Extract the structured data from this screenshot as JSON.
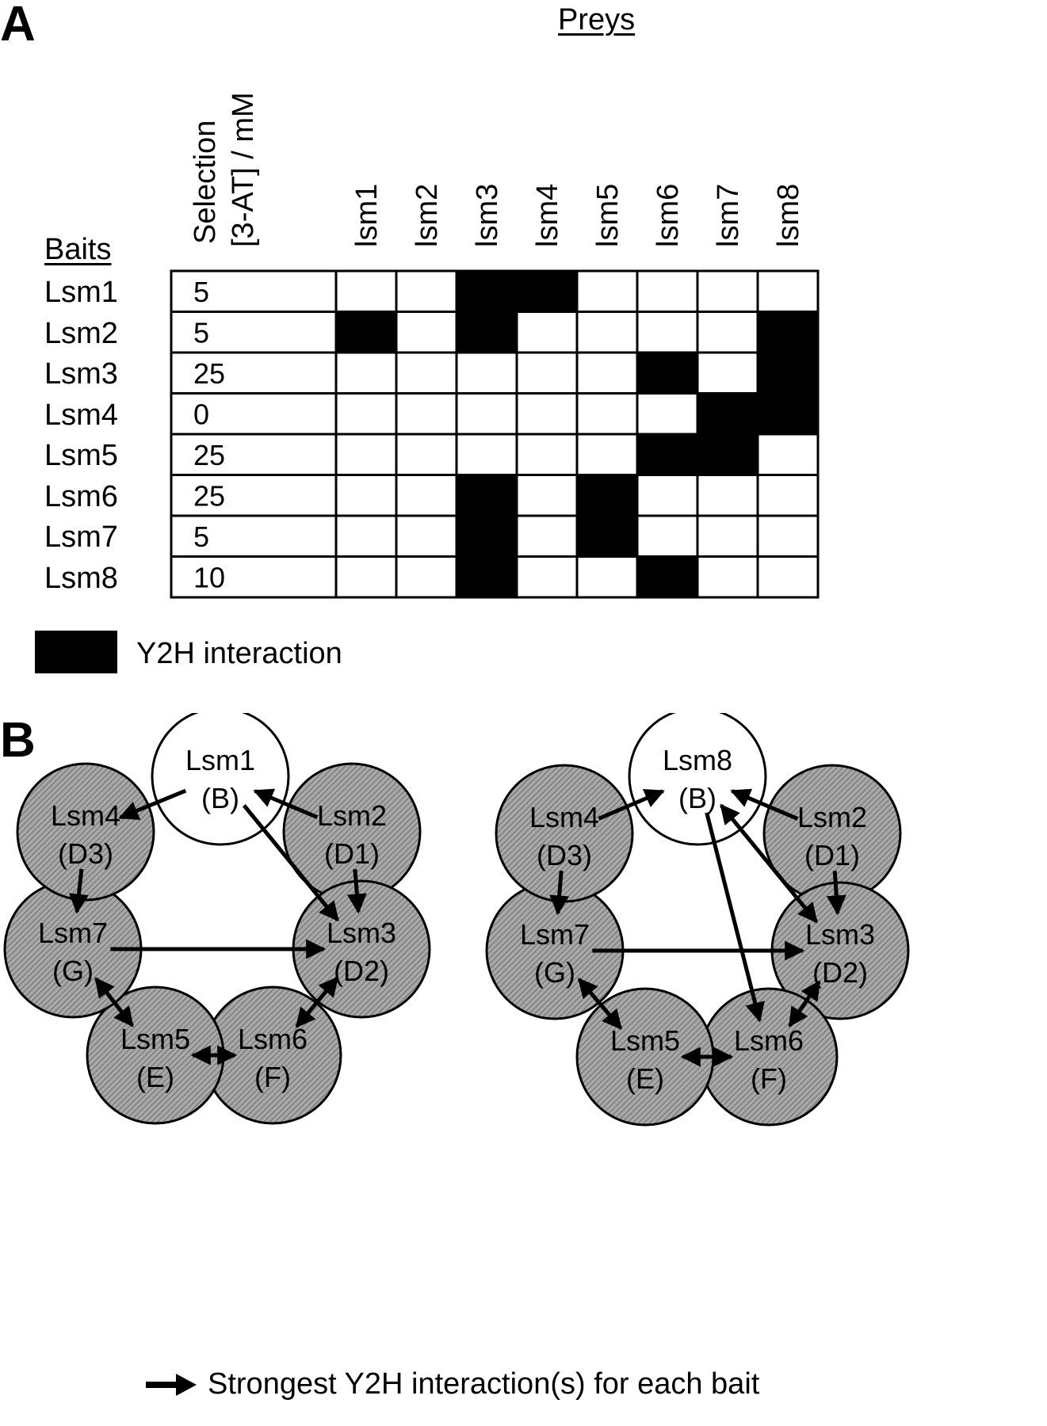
{
  "panel_a": {
    "letter": "A",
    "preys_title": "Preys",
    "baits_title": "Baits",
    "selection_header_line1": "Selection",
    "selection_header_line2": "[3-AT] / mM",
    "prey_labels": [
      "lsm1",
      "lsm2",
      "lsm3",
      "lsm4",
      "lsm5",
      "lsm6",
      "lsm7",
      "lsm8"
    ],
    "bait_labels": [
      "Lsm1",
      "Lsm2",
      "Lsm3",
      "Lsm4",
      "Lsm5",
      "Lsm6",
      "Lsm7",
      "Lsm8"
    ],
    "selection_values": [
      "5",
      "5",
      "25",
      "0",
      "25",
      "25",
      "5",
      "10"
    ],
    "legend_label": "Y2H interaction",
    "colors": {
      "interaction": "#000000",
      "no_interaction": "#ffffff"
    }
  },
  "chart_data": {
    "type": "heatmap",
    "title": "Y2H interaction matrix",
    "xlabel": "Preys",
    "ylabel": "Baits",
    "x": [
      "lsm1",
      "lsm2",
      "lsm3",
      "lsm4",
      "lsm5",
      "lsm6",
      "lsm7",
      "lsm8"
    ],
    "y": [
      "Lsm1",
      "Lsm2",
      "Lsm3",
      "Lsm4",
      "Lsm5",
      "Lsm6",
      "Lsm7",
      "Lsm8"
    ],
    "values": [
      [
        0,
        0,
        1,
        1,
        0,
        0,
        0,
        0
      ],
      [
        1,
        0,
        1,
        0,
        0,
        0,
        0,
        1
      ],
      [
        0,
        0,
        0,
        0,
        0,
        1,
        0,
        1
      ],
      [
        0,
        0,
        0,
        0,
        0,
        0,
        1,
        1
      ],
      [
        0,
        0,
        0,
        0,
        0,
        1,
        1,
        0
      ],
      [
        0,
        0,
        1,
        0,
        1,
        0,
        0,
        0
      ],
      [
        0,
        0,
        1,
        0,
        1,
        0,
        0,
        0
      ],
      [
        0,
        0,
        1,
        0,
        0,
        1,
        0,
        0
      ]
    ],
    "legend": "Y2H interaction (filled = interaction)"
  },
  "panel_b": {
    "letter": "B",
    "legend_label": "Strongest Y2H interaction(s) for each bait",
    "diagrams": [
      {
        "name": "lsm1-ring",
        "nodes": [
          {
            "id": "B",
            "line1": "Lsm1",
            "line2": "(B)",
            "filled": false
          },
          {
            "id": "D1",
            "line1": "Lsm2",
            "line2": "(D1)",
            "filled": true
          },
          {
            "id": "D2",
            "line1": "Lsm3",
            "line2": "(D2)",
            "filled": true
          },
          {
            "id": "F",
            "line1": "Lsm6",
            "line2": "(F)",
            "filled": true
          },
          {
            "id": "E",
            "line1": "Lsm5",
            "line2": "(E)",
            "filled": true
          },
          {
            "id": "G",
            "line1": "Lsm7",
            "line2": "(G)",
            "filled": true
          },
          {
            "id": "D3",
            "line1": "Lsm4",
            "line2": "(D3)",
            "filled": true
          }
        ],
        "edges": [
          {
            "from": "B",
            "to": "D3",
            "both": false
          },
          {
            "from": "B",
            "to": "D2",
            "both": false
          },
          {
            "from": "D1",
            "to": "B",
            "both": false
          },
          {
            "from": "D1",
            "to": "D2",
            "both": false
          },
          {
            "from": "D3",
            "to": "G",
            "both": false
          },
          {
            "from": "G",
            "to": "D2",
            "both": false
          },
          {
            "from": "G",
            "to": "E",
            "both": true
          },
          {
            "from": "E",
            "to": "F",
            "both": true
          },
          {
            "from": "D2",
            "to": "F",
            "both": true
          }
        ]
      },
      {
        "name": "lsm8-ring",
        "nodes": [
          {
            "id": "B",
            "line1": "Lsm8",
            "line2": "(B)",
            "filled": false
          },
          {
            "id": "D1",
            "line1": "Lsm2",
            "line2": "(D1)",
            "filled": true
          },
          {
            "id": "D2",
            "line1": "Lsm3",
            "line2": "(D2)",
            "filled": true
          },
          {
            "id": "F",
            "line1": "Lsm6",
            "line2": "(F)",
            "filled": true
          },
          {
            "id": "E",
            "line1": "Lsm5",
            "line2": "(E)",
            "filled": true
          },
          {
            "id": "G",
            "line1": "Lsm7",
            "line2": "(G)",
            "filled": true
          },
          {
            "id": "D3",
            "line1": "Lsm4",
            "line2": "(D3)",
            "filled": true
          }
        ],
        "edges": [
          {
            "from": "D3",
            "to": "B",
            "both": false
          },
          {
            "from": "D1",
            "to": "B",
            "both": false
          },
          {
            "from": "B",
            "to": "D2",
            "both": true
          },
          {
            "from": "B",
            "to": "F",
            "both": false
          },
          {
            "from": "D1",
            "to": "D2",
            "both": false
          },
          {
            "from": "D3",
            "to": "G",
            "both": false
          },
          {
            "from": "G",
            "to": "D2",
            "both": false
          },
          {
            "from": "G",
            "to": "E",
            "both": true
          },
          {
            "from": "E",
            "to": "F",
            "both": true
          },
          {
            "from": "D2",
            "to": "F",
            "both": true
          }
        ]
      }
    ]
  }
}
